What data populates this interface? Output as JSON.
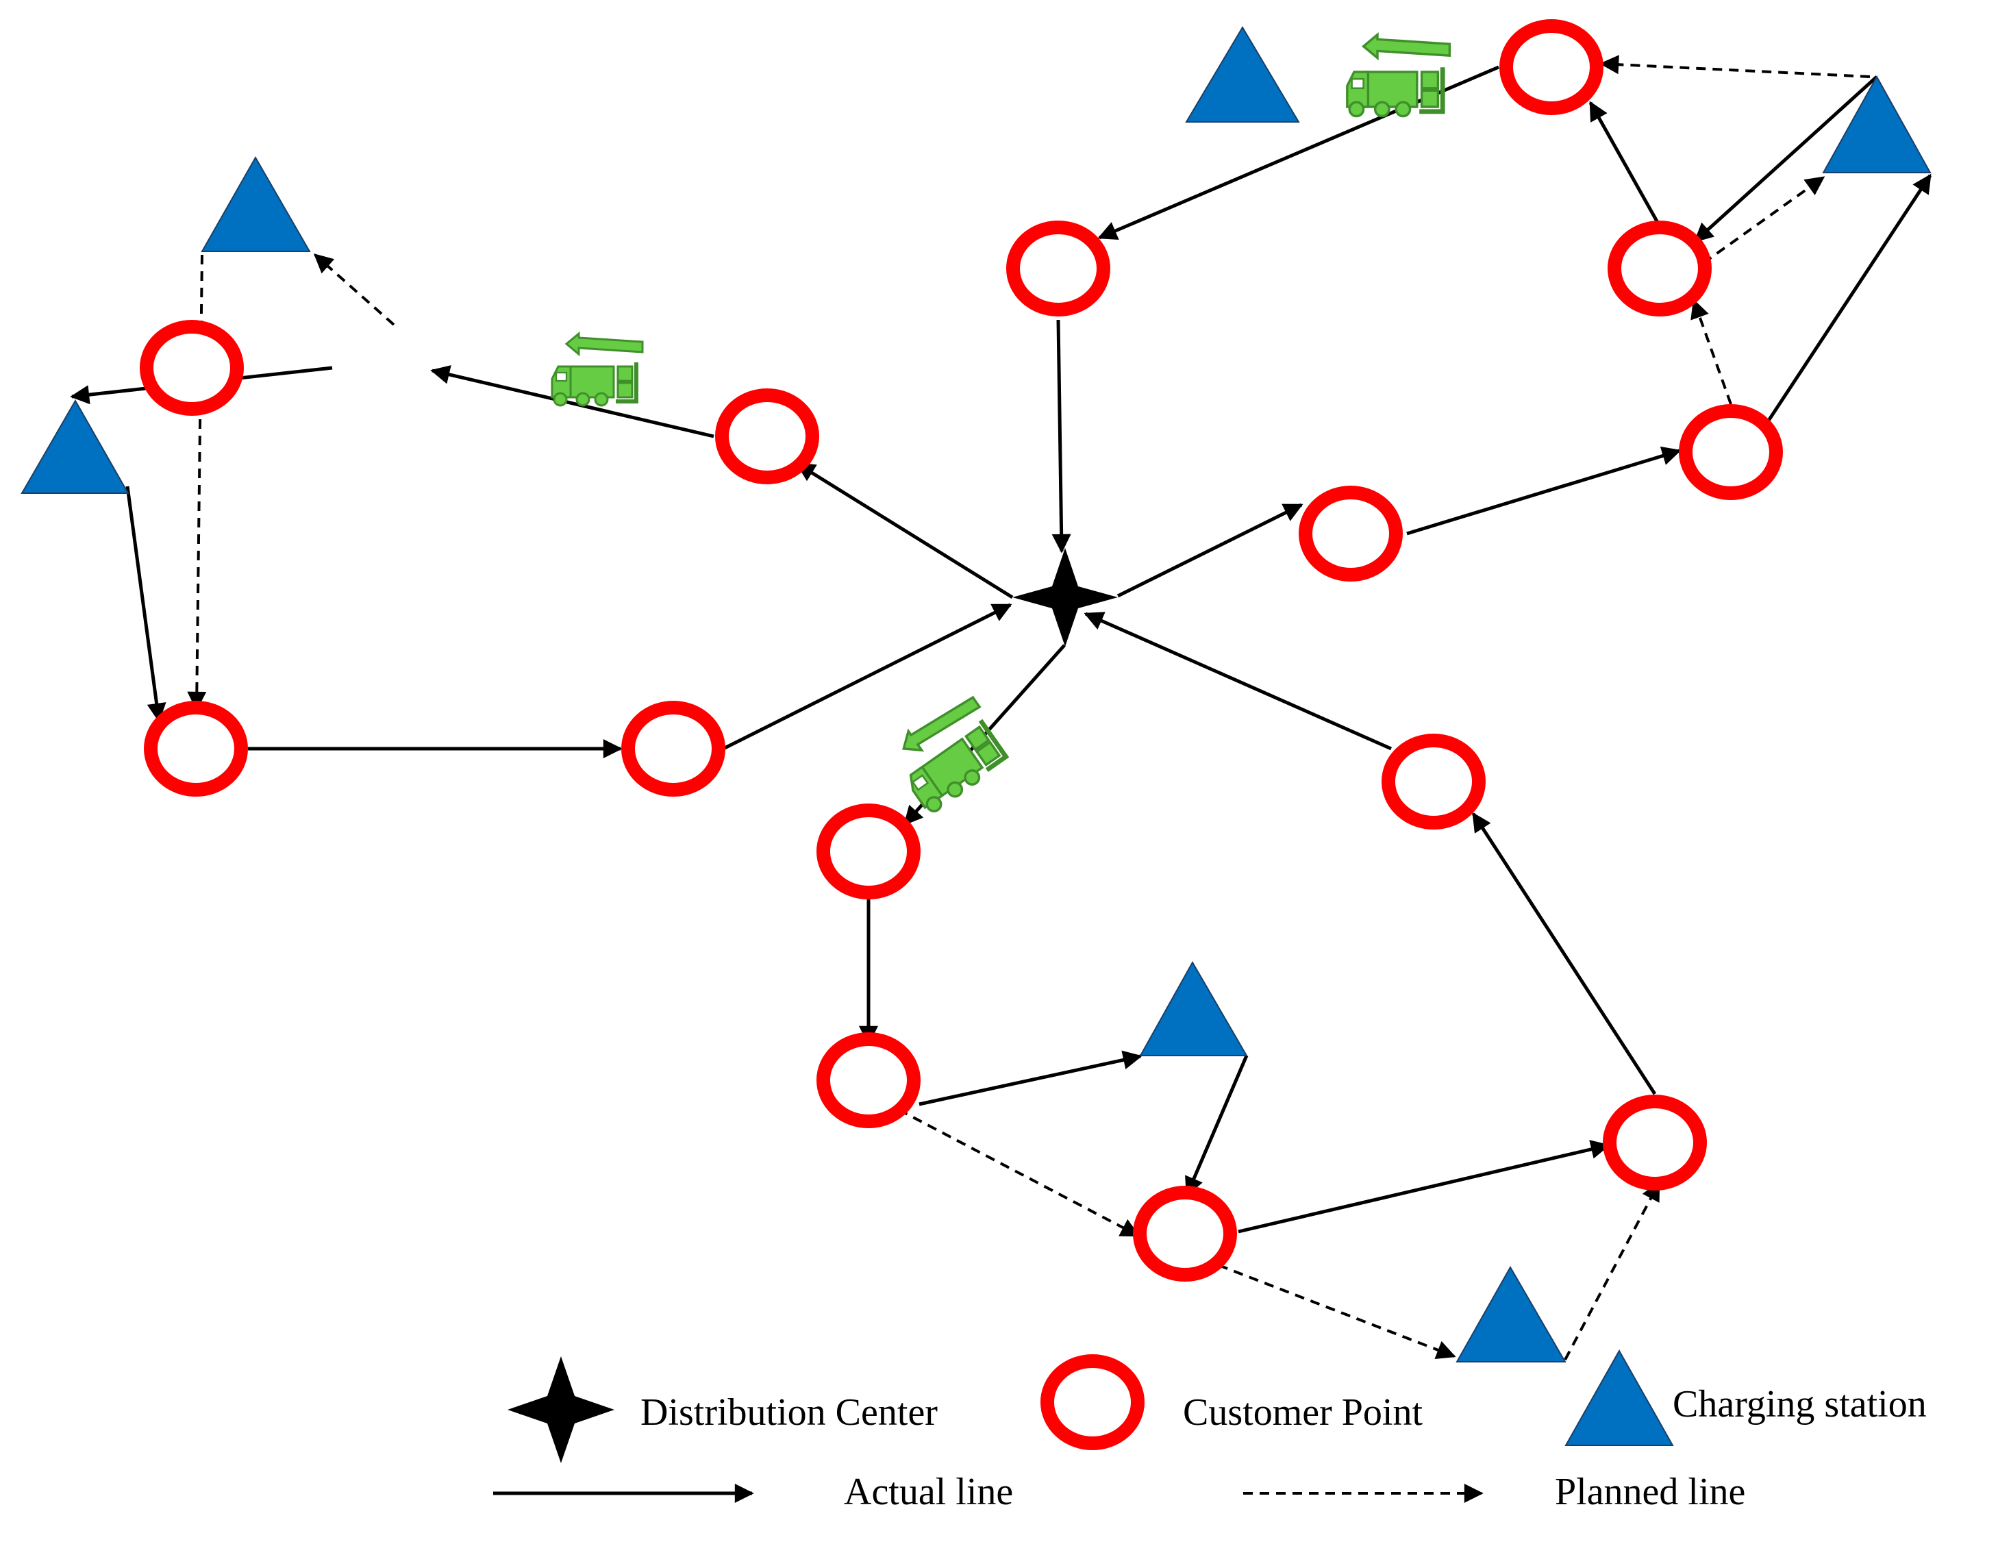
{
  "colors": {
    "customer_ring": "#ff0000",
    "charging_station": "#0070c0",
    "distribution_center": "#000000",
    "truck": "#66cc44",
    "truck_outline": "#3f8f2a",
    "line": "#000000",
    "background": "#ffffff"
  },
  "legend": {
    "distribution_center": "Distribution Center",
    "customer_point": "Customer Point",
    "charging_station": "Charging station",
    "actual_line": "Actual line",
    "planned_line": "Planned line"
  },
  "icons": {
    "distribution_center": "four-point-star-icon",
    "customer_point": "red-ring-icon",
    "charging_station": "blue-triangle-icon",
    "vehicle": "delivery-truck-icon"
  }
}
